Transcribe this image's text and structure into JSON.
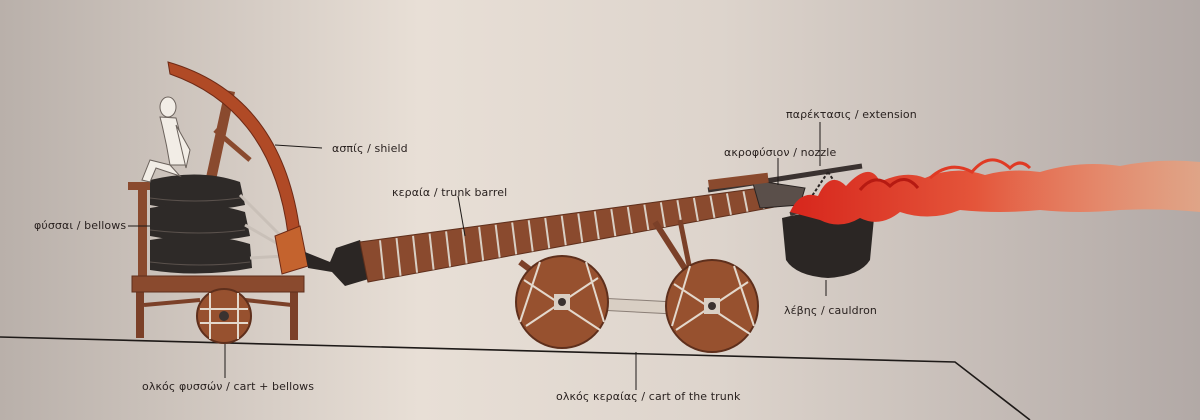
{
  "labels": {
    "shield": "ασπίς / shield",
    "bellows": "φύσσαι / bellows",
    "trunk_barrel": "κεραία / trunk barrel",
    "extension": "παρέκτασις / extension",
    "nozzle": "ακροφύσιον / nozzle",
    "cauldron": "λέβης / cauldron",
    "cart_bellows": "ολκός φυσσών / cart + bellows",
    "cart_trunk": "ολκός κεραίας / cart of the trunk"
  },
  "colors": {
    "wall_light": "#e6ddd4",
    "wall_dark": "#b3aaa6",
    "wood": "#8a4a2e",
    "wood_dark": "#5e2f1c",
    "iron": "#3a3230",
    "bellows": "#2e2a28",
    "fire_red": "#d7261c",
    "fire_orange": "#ee8a58",
    "line": "#1e1a18"
  }
}
